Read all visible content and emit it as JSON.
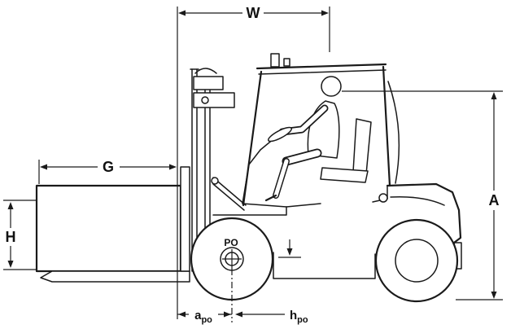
{
  "diagram": {
    "type": "forklift-side-view-dimension-drawing",
    "colors": {
      "line": "#1a1a1a",
      "background": "#ffffff"
    },
    "labels": {
      "w": "W",
      "g": "G",
      "h": "H",
      "a": "A",
      "po": "PO",
      "a_po_main": "a",
      "a_po_sub": "po",
      "h_po_main": "h",
      "h_po_sub": "po"
    }
  }
}
